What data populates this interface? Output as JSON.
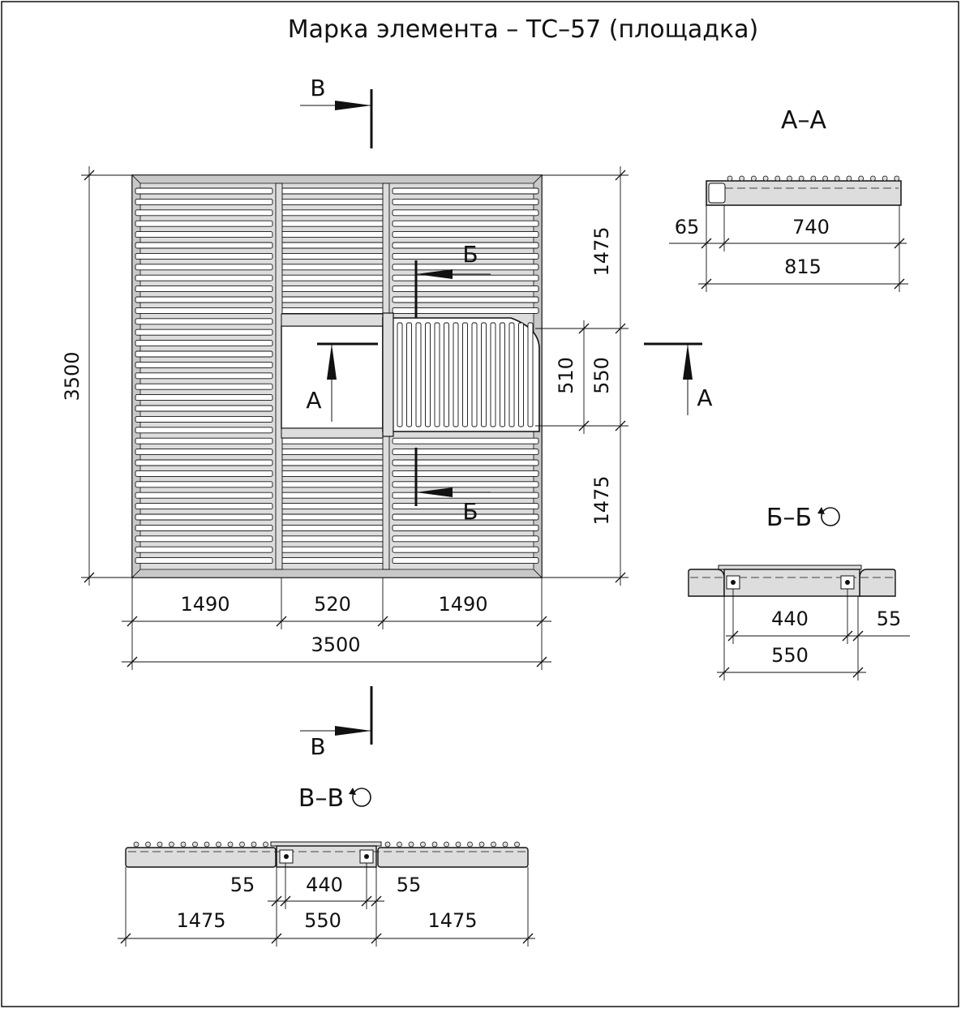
{
  "title": "Марка элемента – ТС–57 (площадка)",
  "plan": {
    "overall_width": "3500",
    "overall_height": "3500",
    "widths": [
      "1490",
      "520",
      "1490"
    ],
    "heights": [
      "1475",
      "550",
      "1475"
    ],
    "hatch_inner": "510"
  },
  "section_marks": {
    "a": "А",
    "b": "Б",
    "v": "В"
  },
  "section_aa": {
    "title": "А–А",
    "dim_left": "65",
    "dim_main": "740",
    "dim_total": "815"
  },
  "section_bb": {
    "title": "Б–Б",
    "dim_inner": "440",
    "dim_side": "55",
    "dim_total": "550"
  },
  "section_vv": {
    "title": "В–В",
    "dim_side_left": "55",
    "dim_inner": "440",
    "dim_side_right": "55",
    "dim_outer_left": "1475",
    "dim_middle": "550",
    "dim_outer_right": "1475"
  },
  "colors": {
    "line": "#111111",
    "fill": "#dddddd",
    "fill_dark": "#c8c8c8",
    "paper": "#ffffff"
  }
}
